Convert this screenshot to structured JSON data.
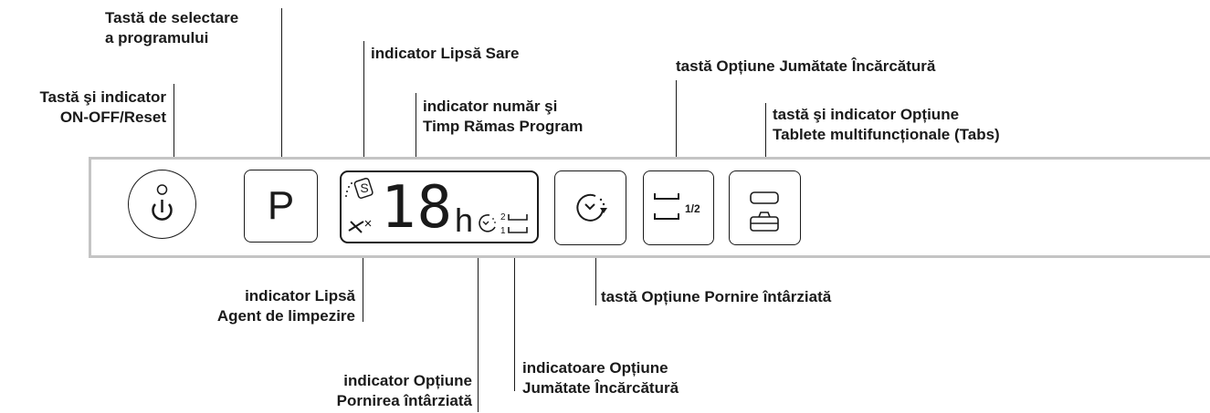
{
  "labels": {
    "program_key": [
      "Tastă de selectare",
      "a programului"
    ],
    "power_key": [
      "Tastă şi indicator",
      "ON-OFF/Reset"
    ],
    "salt": "indicator Lipsă Sare",
    "number_time": [
      "indicator număr şi",
      "Timp Rămas Program"
    ],
    "half_load_key": "tastă Opțiune Jumătate Încărcătură",
    "tabs_key": [
      "tastă şi indicator Opțiune",
      "Tablete multifuncționale (Tabs)"
    ],
    "rinse_aid": [
      "indicator Lipsă",
      "Agent de limpezire"
    ],
    "delay_key": "tastă Opțiune Pornire întârziată",
    "delay_indicator": [
      "indicator Opțiune",
      "Pornirea întârziată"
    ],
    "half_load_indicators": [
      "indicatoare Opțiune",
      "Jumătate Încărcătură"
    ]
  },
  "buttons": {
    "program_letter": "P"
  },
  "display": {
    "digits": "18",
    "unit": "h",
    "salt_symbol": "S",
    "half_load_levels": [
      "2",
      "1"
    ],
    "half_load_fraction": "1/2"
  }
}
